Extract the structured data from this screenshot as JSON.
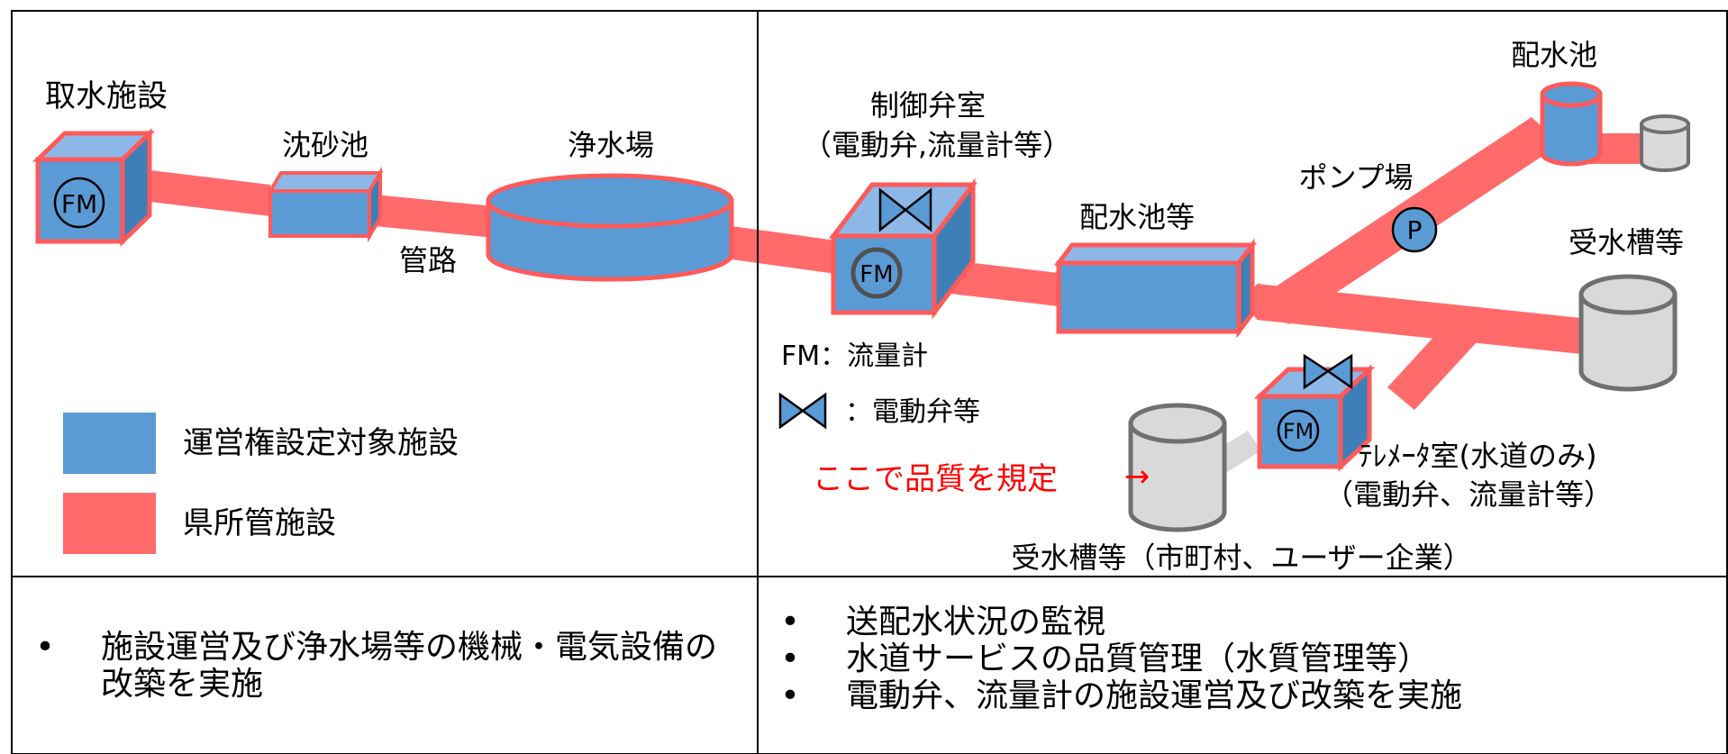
{
  "colors": {
    "facility_blue": "#5b9bd5",
    "facility_blue_light": "#8db7e6",
    "facility_blue_dark": "#3f7fb8",
    "pipe_red": "#ff6b6b",
    "outline_red": "#ff5a5a",
    "tank_gray": "#d9d9d9",
    "tank_outline": "#707070",
    "annotation_red": "#ff0000"
  },
  "labels": {
    "intake": "取水施設",
    "settling_basin": "沈砂池",
    "pipeline": "管路",
    "purification_plant": "浄水場",
    "control_valve_room": "制御弁室",
    "control_valve_room_detail": "（電動弁,流量計等）",
    "pump_station": "ポンプ場",
    "distribution_reservoir_etc": "配水池等",
    "distribution_reservoir": "配水池",
    "receiving_tank_etc": "受水槽等",
    "telemeter_room": "ﾃﾚﾒｰﾀ室(水道のみ)",
    "telemeter_room_detail": "（電動弁、流量計等）",
    "receiving_tank_users": "受水槽等（市町村、ユーザー企業）",
    "quality_point": "ここで品質を規定",
    "quality_arrow": "→",
    "flowmeter_symbol": "FM",
    "pump_symbol": "P"
  },
  "legend": {
    "flowmeter": "FM：流量計",
    "valve": "：電動弁等",
    "concession_facility": "運営権設定対象施設",
    "prefecture_facility": "県所管施設"
  },
  "bullets_left": [
    "施設運営及び浄水場等の機械・電気設備の改築を実施"
  ],
  "bullets_right": [
    "送配水状況の監視",
    "水道サービスの品質管理（水質管理等）",
    "電動弁、流量計の施設運営及び改築を実施"
  ],
  "bullet_symbol": "•"
}
